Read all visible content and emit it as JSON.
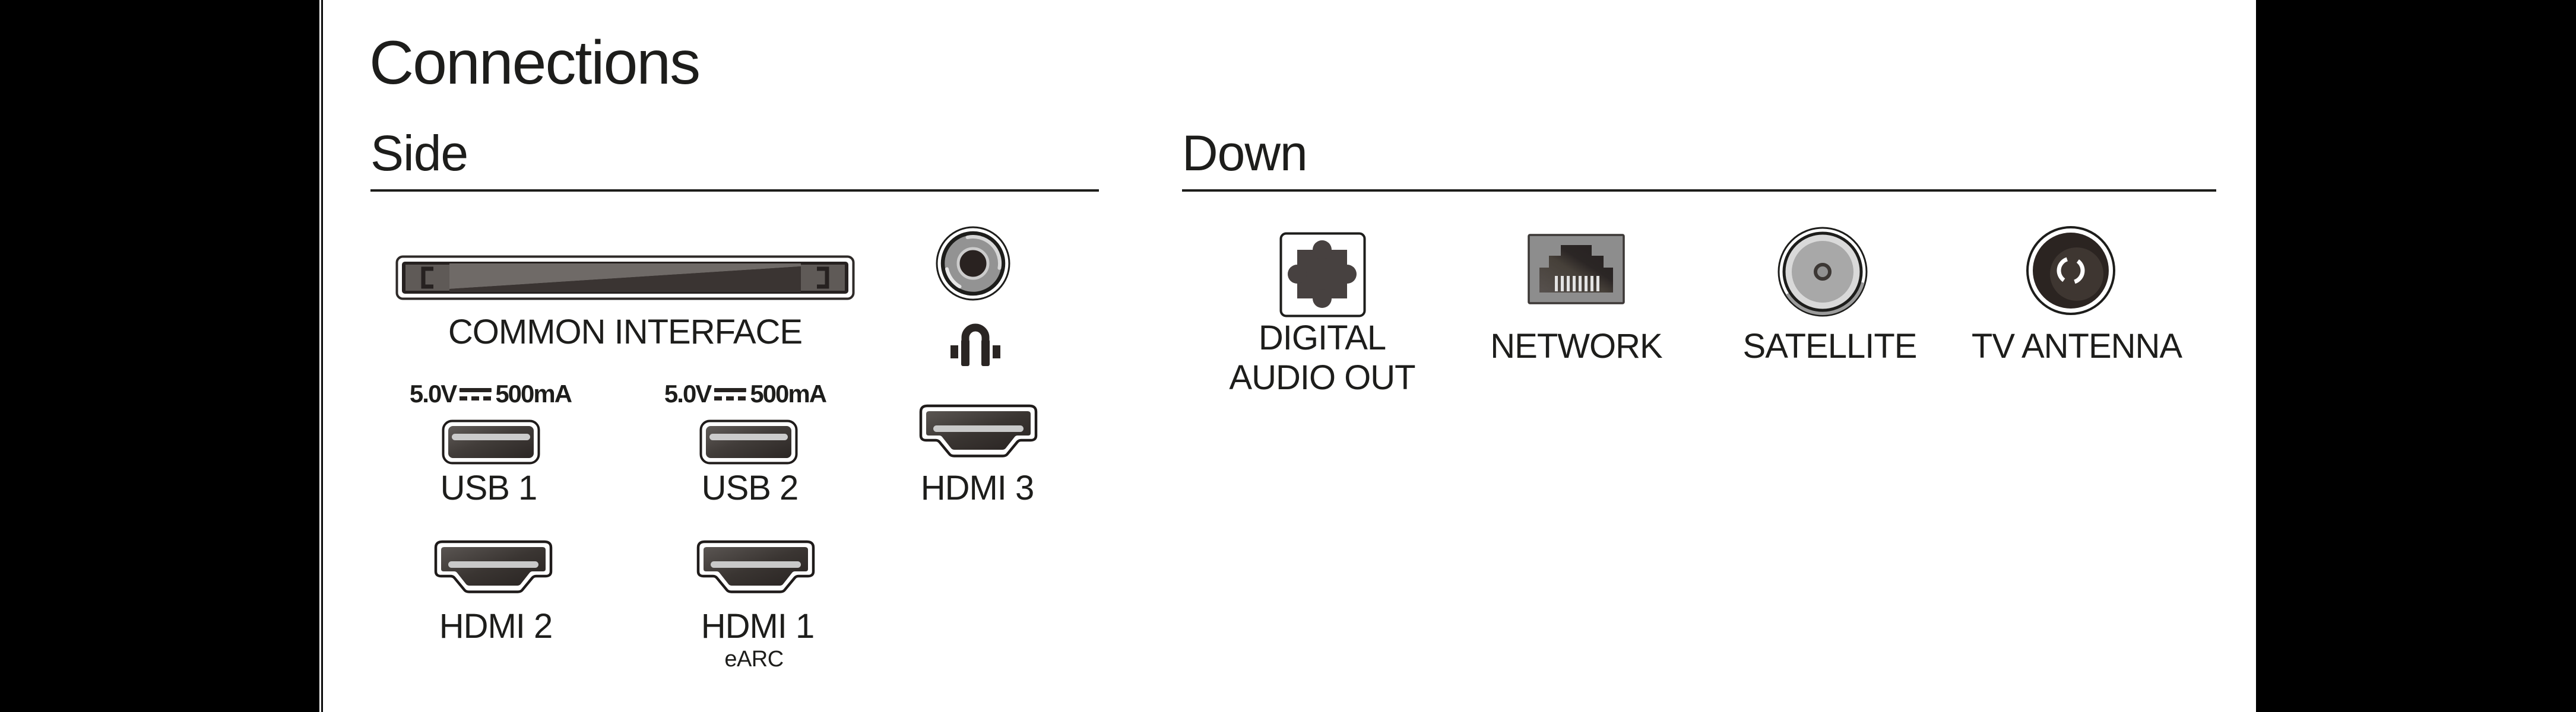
{
  "page": {
    "title": "Connections",
    "background_color": "#ffffff",
    "margin_color": "#000000",
    "text_color": "#1d1d1b"
  },
  "side": {
    "heading": "Side",
    "common_interface_label": "COMMON INTERFACE",
    "usb1_power_v": "5.0V",
    "usb1_power_ma": "500mA",
    "usb2_power_v": "5.0V",
    "usb2_power_ma": "500mA",
    "usb1_label": "USB 1",
    "usb2_label": "USB 2",
    "hdmi3_label": "HDMI 3",
    "hdmi2_label": "HDMI 2",
    "hdmi1_label": "HDMI 1",
    "hdmi1_sublabel": "eARC"
  },
  "down": {
    "heading": "Down",
    "digital_audio_label_line1": "DIGITAL",
    "digital_audio_label_line2": "AUDIO OUT",
    "network_label": "NETWORK",
    "satellite_label": "SATELLITE",
    "tv_antenna_label": "TV ANTENNA"
  },
  "icons": {
    "common_interface": "common-interface-slot-icon",
    "headphone_jack": "headphone-jack-icon",
    "headphones": "headphones-icon",
    "usb": "usb-port-icon",
    "hdmi": "hdmi-port-icon",
    "dc_power": "dc-symbol-icon",
    "digital_audio_out": "optical-audio-out-icon",
    "network": "ethernet-port-icon",
    "satellite": "satellite-connector-icon",
    "tv_antenna": "antenna-connector-icon"
  },
  "colors": {
    "port_dark": "#2b2625",
    "port_gray": "#8d8d8d",
    "slot_light": "#c9c9c9",
    "outline": "#1d1d1b"
  }
}
